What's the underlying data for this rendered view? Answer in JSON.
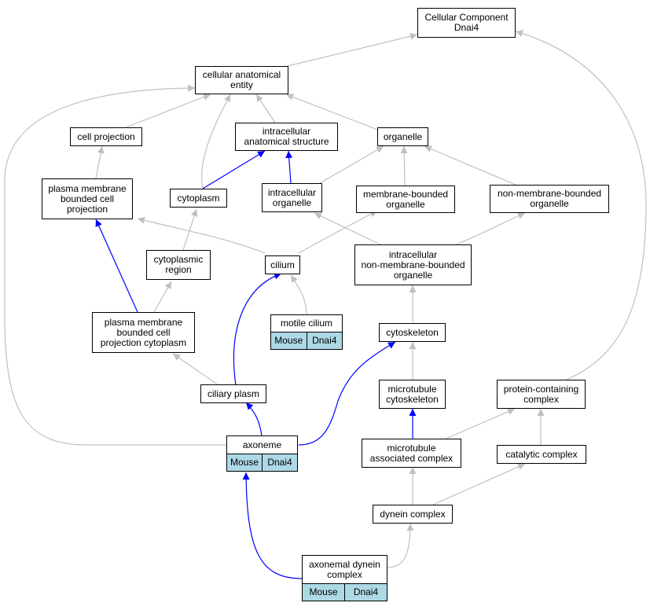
{
  "colors": {
    "is_a": "#c0c0c0",
    "part_of": "#0000ff",
    "annotation_bg": "#add8e6"
  },
  "nodes": {
    "root": {
      "label": "Cellular Component\nDnai4"
    },
    "cae": {
      "label": "cellular anatomical\nentity"
    },
    "cellproj": {
      "label": "cell projection"
    },
    "ias": {
      "label": "intracellular\nanatomical structure"
    },
    "organelle": {
      "label": "organelle"
    },
    "pmbcp": {
      "label": "plasma membrane\nbounded cell\nprojection"
    },
    "cytoplasm": {
      "label": "cytoplasm"
    },
    "intorg": {
      "label": "intracellular\norganelle"
    },
    "mbo": {
      "label": "membrane-bounded\norganelle"
    },
    "nmbo": {
      "label": "non-membrane-bounded\norganelle"
    },
    "cytreg": {
      "label": "cytoplasmic\nregion"
    },
    "cilium": {
      "label": "cilium"
    },
    "inmbo": {
      "label": "intracellular\nnon-membrane-bounded\norganelle"
    },
    "pmbcpc": {
      "label": "plasma membrane\nbounded cell\nprojection cytoplasm"
    },
    "motcil": {
      "label": "motile cilium",
      "annotations": [
        "Mouse",
        "Dnai4"
      ]
    },
    "cytoskel": {
      "label": "cytoskeleton"
    },
    "cilplasm": {
      "label": "ciliary plasm"
    },
    "mtcyto": {
      "label": "microtubule\ncytoskeleton"
    },
    "pcc": {
      "label": "protein-containing\ncomplex"
    },
    "axoneme": {
      "label": "axoneme",
      "annotations": [
        "Mouse",
        "Dnai4"
      ]
    },
    "mtac": {
      "label": "microtubule\nassociated complex"
    },
    "catcomp": {
      "label": "catalytic complex"
    },
    "dynein": {
      "label": "dynein complex"
    },
    "axdynein": {
      "label": "axonemal dynein\ncomplex",
      "annotations": [
        "Mouse",
        "Dnai4"
      ]
    }
  }
}
